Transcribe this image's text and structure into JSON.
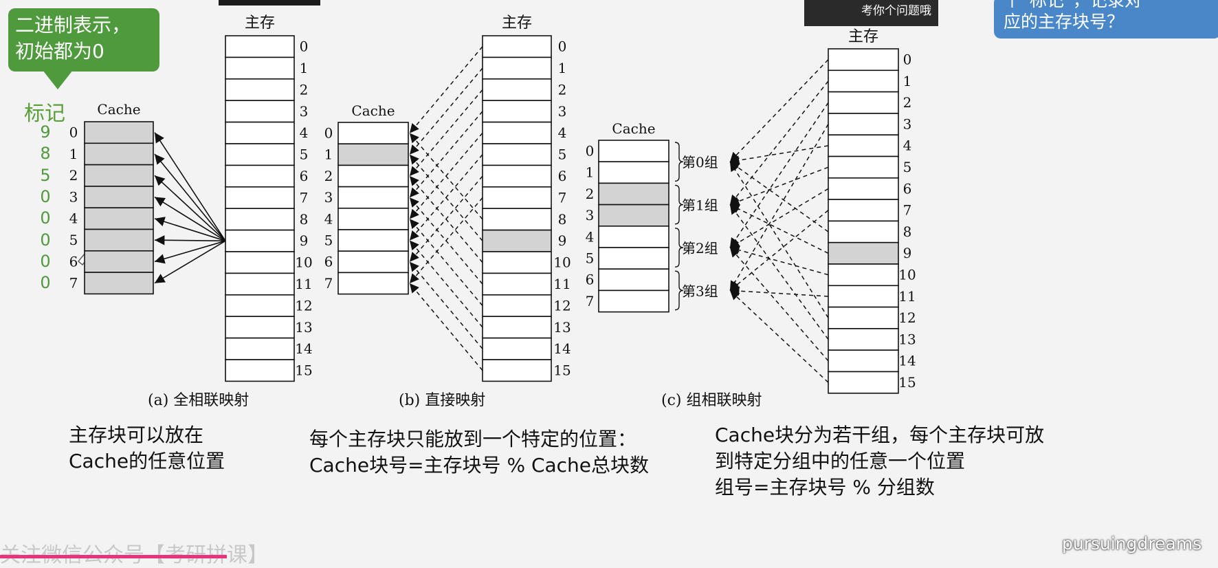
{
  "overlay": {
    "green_note": [
      "二进制表示，",
      "初始都为0"
    ],
    "blue_note": [
      "个“标记”，记录对",
      "应的主存块号？"
    ],
    "camera_caption": "考你个问题哦",
    "tag_header": "标记",
    "tags": [
      "9",
      "8",
      "5",
      "0",
      "0",
      "0",
      "0",
      "0"
    ]
  },
  "labels": {
    "main_memory": "主存",
    "cache": "Cache"
  },
  "cache_indices": [
    "0",
    "1",
    "2",
    "3",
    "4",
    "5",
    "6",
    "7"
  ],
  "memory_indices": [
    "0",
    "1",
    "2",
    "3",
    "4",
    "5",
    "6",
    "7",
    "8",
    "9",
    "10",
    "11",
    "12",
    "13",
    "14",
    "15"
  ],
  "groups": [
    "第0组",
    "第1组",
    "第2组",
    "第3组"
  ],
  "captions": {
    "a": "(a) 全相联映射",
    "b": "(b) 直接映射",
    "c": "(c) 组相联映射"
  },
  "notes": {
    "a": [
      "主存块可以放在",
      "Cache的任意位置"
    ],
    "b": [
      "每个主存块只能放到一个特定的位置：",
      "Cache块号=主存块号 % Cache总块数"
    ],
    "c": [
      "Cache块分为若干组，每个主存块可放",
      "到特定分组中的任意一个位置",
      "组号=主存块号 % 分组数"
    ]
  },
  "watermarks": {
    "left": "关注微信公众号【考研拼课】",
    "right": "pursuingdreams"
  },
  "colors": {
    "shade": "#d3d3d3",
    "green": "#4e9a3c",
    "blue": "#4a87c9",
    "progress": "#e8327a"
  }
}
